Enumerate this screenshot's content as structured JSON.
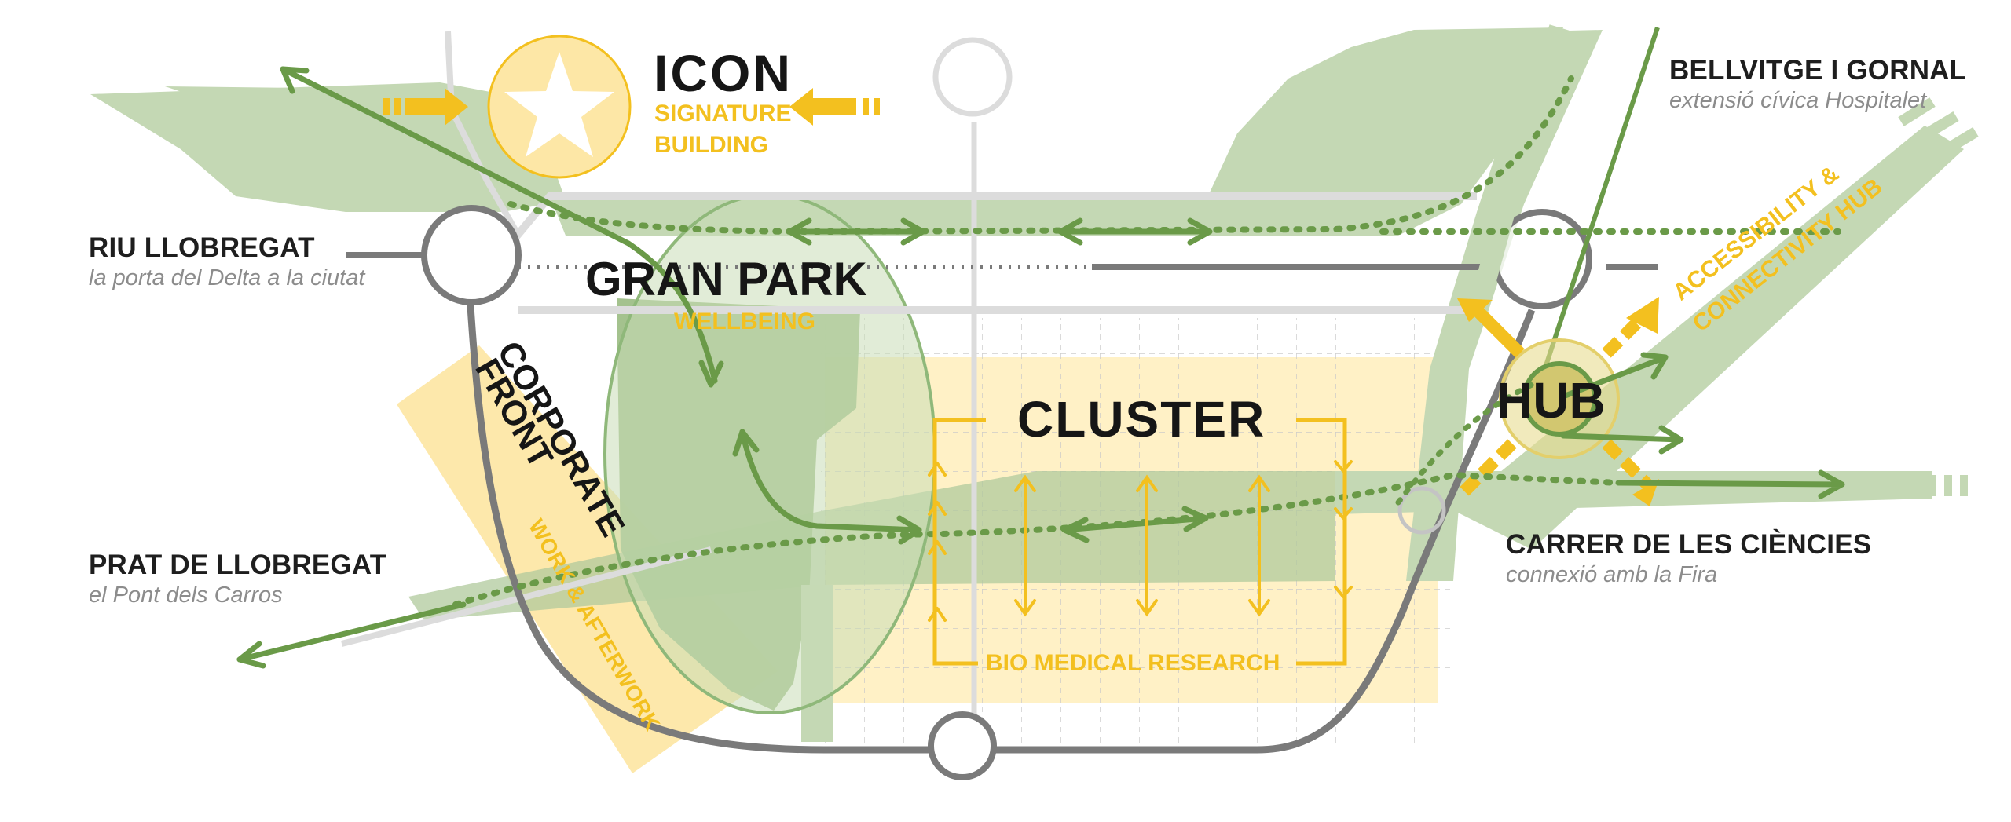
{
  "colors": {
    "green_light": "#c4d8b4",
    "green_mid": "#8fb87a",
    "green_dark": "#6a9a48",
    "gold": "#f3c01f",
    "gold_light": "#fff1c6",
    "grey_line": "#7a7a7a",
    "grey_light": "#dcdcdc",
    "text_dark": "#1e1e1e",
    "text_sub": "#8c8c8c"
  },
  "icon": {
    "title": "ICON",
    "line1": "SIGNATURE",
    "line2": "BUILDING"
  },
  "gran_park": {
    "title": "GRAN PARK",
    "subtitle": "WELLBEING"
  },
  "corporate": {
    "line1": "CORPORATE",
    "line2": "FRONT",
    "subtitle": "WORK & AFTERWORK"
  },
  "cluster": {
    "title": "CLUSTER",
    "subtitle": "BIO MEDICAL RESEARCH"
  },
  "hub": {
    "title": "HUB",
    "line1": "ACCESSIBILITY &",
    "line2": "CONNECTIVITY HUB"
  },
  "destinations": {
    "bellvitge": {
      "title": "BELLVITGE I GORNAL",
      "subtitle": "extensió cívica Hospitalet"
    },
    "riu": {
      "title": "RIU LLOBREGAT",
      "subtitle": "la porta del Delta a la ciutat"
    },
    "prat": {
      "title": "PRAT DE LLOBREGAT",
      "subtitle": "el Pont dels Carros"
    },
    "ciencies": {
      "title": "CARRER DE LES CIÈNCIES",
      "subtitle": "connexió amb la Fira"
    }
  }
}
